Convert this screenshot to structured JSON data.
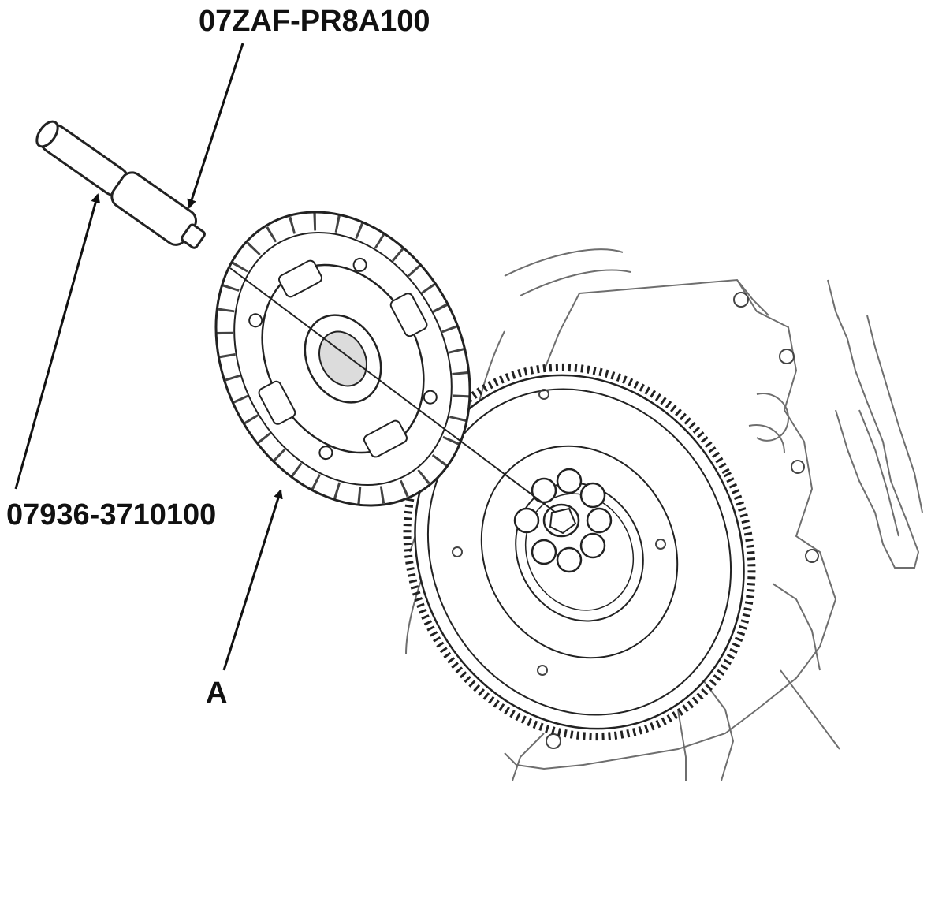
{
  "callouts": {
    "tool_alignment_shaft": "07ZAF-PR8A100",
    "tool_driver_handle": "07936-3710100",
    "part_a": "A"
  },
  "colors": {
    "line": "#222222",
    "light_line": "#8a8a8a",
    "background": "#ffffff"
  }
}
